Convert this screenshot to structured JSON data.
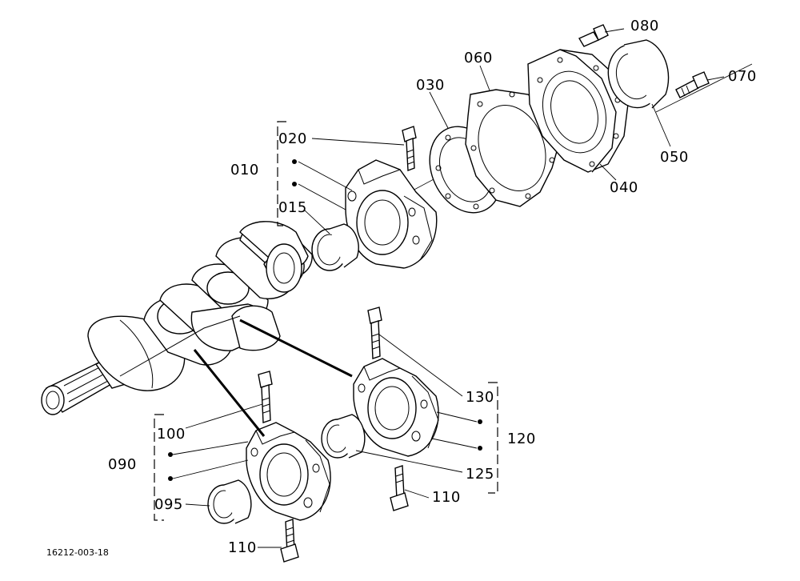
{
  "labels": {
    "p010": "010",
    "p015": "015",
    "p020": "020",
    "p030": "030",
    "p040": "040",
    "p050": "050",
    "p060": "060",
    "p070": "070",
    "p080": "080",
    "p090": "090",
    "p095": "095",
    "p100": "100",
    "p110a": "110",
    "p110b": "110",
    "p120": "120",
    "p125": "125",
    "p130": "130"
  },
  "figure_number": "16212-003-18"
}
